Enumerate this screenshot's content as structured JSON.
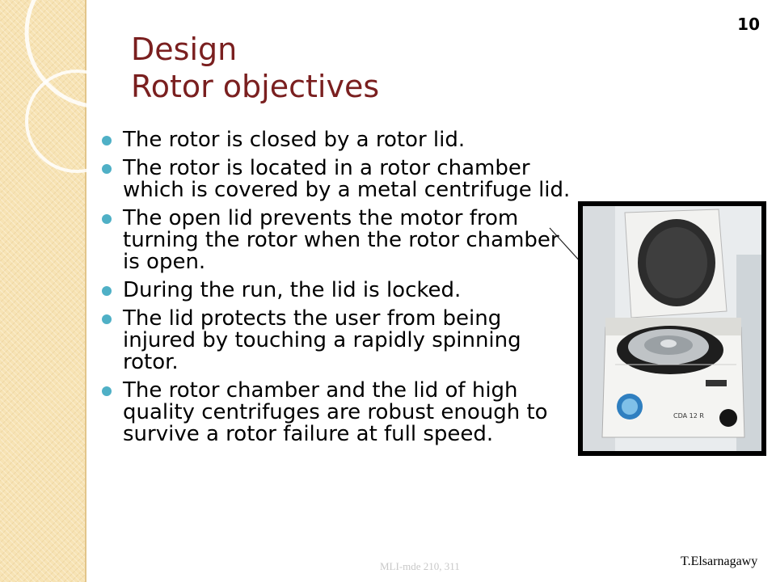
{
  "slide": {
    "number": "10",
    "title_line1": "Design",
    "title_line2": "Rotor objectives",
    "bullets": [
      "The rotor is closed by a rotor lid.",
      "The rotor is located in a rotor chamber which is covered by a metal centrifuge lid.",
      "The open lid prevents the motor from turning the rotor when the rotor chamber is open.",
      "During the run, the lid is locked.",
      "The lid protects the user from being injured by touching a rapidly spinning rotor.",
      "The rotor chamber and the lid of high quality centrifuges are robust enough to survive a rotor failure at full speed."
    ],
    "image_caption_label": "CDA 12 R"
  },
  "footer": {
    "course": "MLI-mde 210, 311",
    "author": "T.Elsarnagawy"
  },
  "colors": {
    "title": "#7a1f1f",
    "bullet": "#4fb0c6",
    "strip": "#f7e3b4"
  }
}
